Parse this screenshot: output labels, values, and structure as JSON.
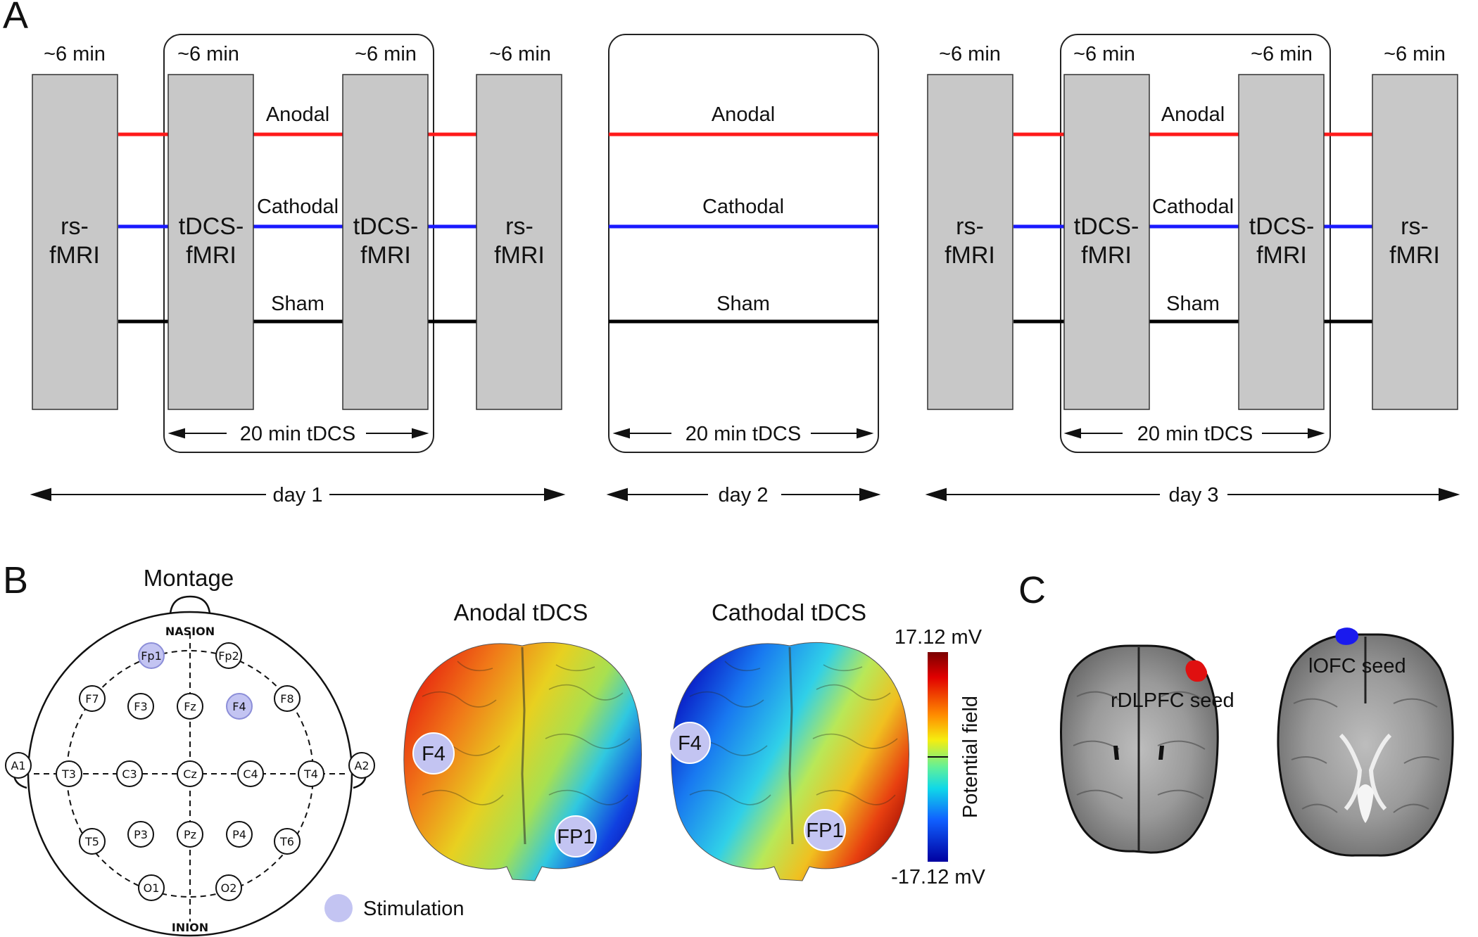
{
  "panels": {
    "a": "A",
    "b": "B",
    "c": "C"
  },
  "colors": {
    "anodal": "#ff1a1a",
    "cathodal": "#1a1aff",
    "sham": "#000000",
    "block_fill": "#c8c8c8",
    "stimulation": "#c3c4f2"
  },
  "panel_a": {
    "time_label": "~6 min",
    "rs_label": [
      "rs-",
      "fMRI"
    ],
    "tdcs_label": [
      "tDCS-",
      "fMRI"
    ],
    "conditions": {
      "anodal": "Anodal",
      "cathodal": "Cathodal",
      "sham": "Sham"
    },
    "tdcs_duration": "20 min tDCS",
    "days": [
      "day 1",
      "day 2",
      "day 3"
    ]
  },
  "panel_b": {
    "montage_title": "Montage",
    "nasion": "NASION",
    "inion": "INION",
    "electrodes": [
      "Fp1",
      "Fp2",
      "F7",
      "F3",
      "Fz",
      "F4",
      "F8",
      "A1",
      "T3",
      "C3",
      "Cz",
      "C4",
      "T4",
      "A2",
      "T5",
      "P3",
      "Pz",
      "P4",
      "T6",
      "O1",
      "O2"
    ],
    "stimulated_electrodes": [
      "Fp1",
      "F4"
    ],
    "legend_stimulation": "Stimulation",
    "anodal_title": "Anodal tDCS",
    "cathodal_title": "Cathodal tDCS",
    "brain_electrode_labels": [
      "F4",
      "FP1"
    ],
    "colorbar": {
      "max": "17.12 mV",
      "min": "-17.12 mV",
      "label": "Potential field"
    }
  },
  "panel_c": {
    "seed_right": "rDLPFC seed",
    "seed_left": "lOFC seed"
  }
}
